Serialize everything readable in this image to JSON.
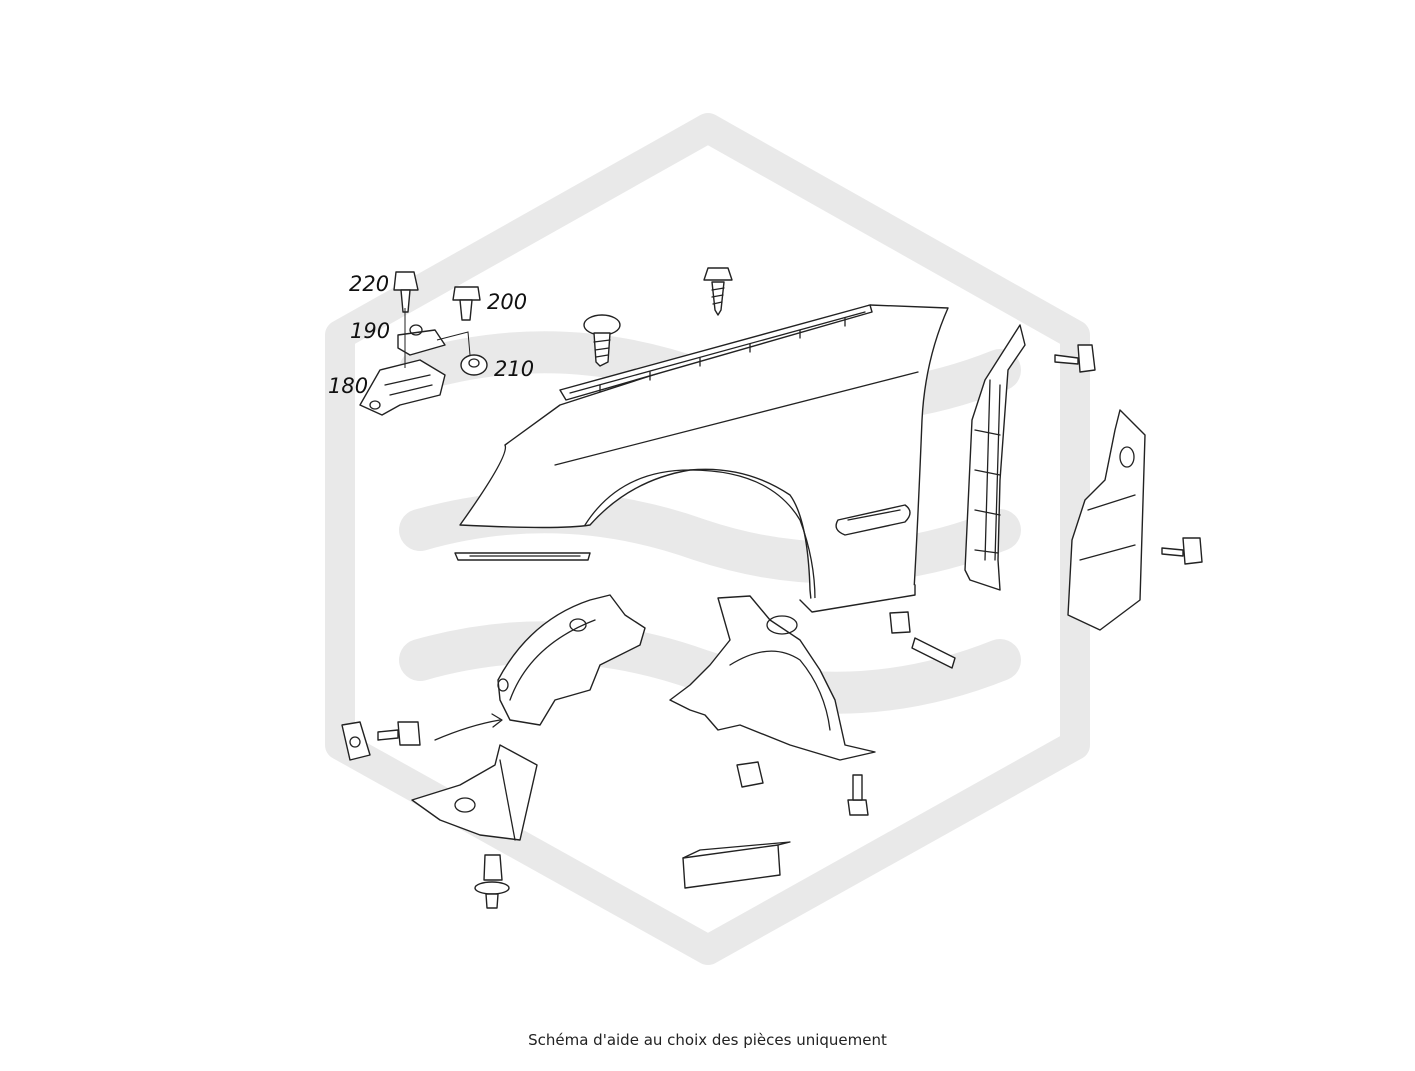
{
  "diagram": {
    "callouts": [
      {
        "id": "220",
        "label": "220"
      },
      {
        "id": "200",
        "label": "200"
      },
      {
        "id": "190",
        "label": "190"
      },
      {
        "id": "210",
        "label": "210"
      },
      {
        "id": "180",
        "label": "180"
      }
    ],
    "caption": "Schéma d'aide au choix des pièces uniquement"
  },
  "colors": {
    "line": "#222222",
    "watermark": "#e9e9e9",
    "background": "#ffffff"
  }
}
